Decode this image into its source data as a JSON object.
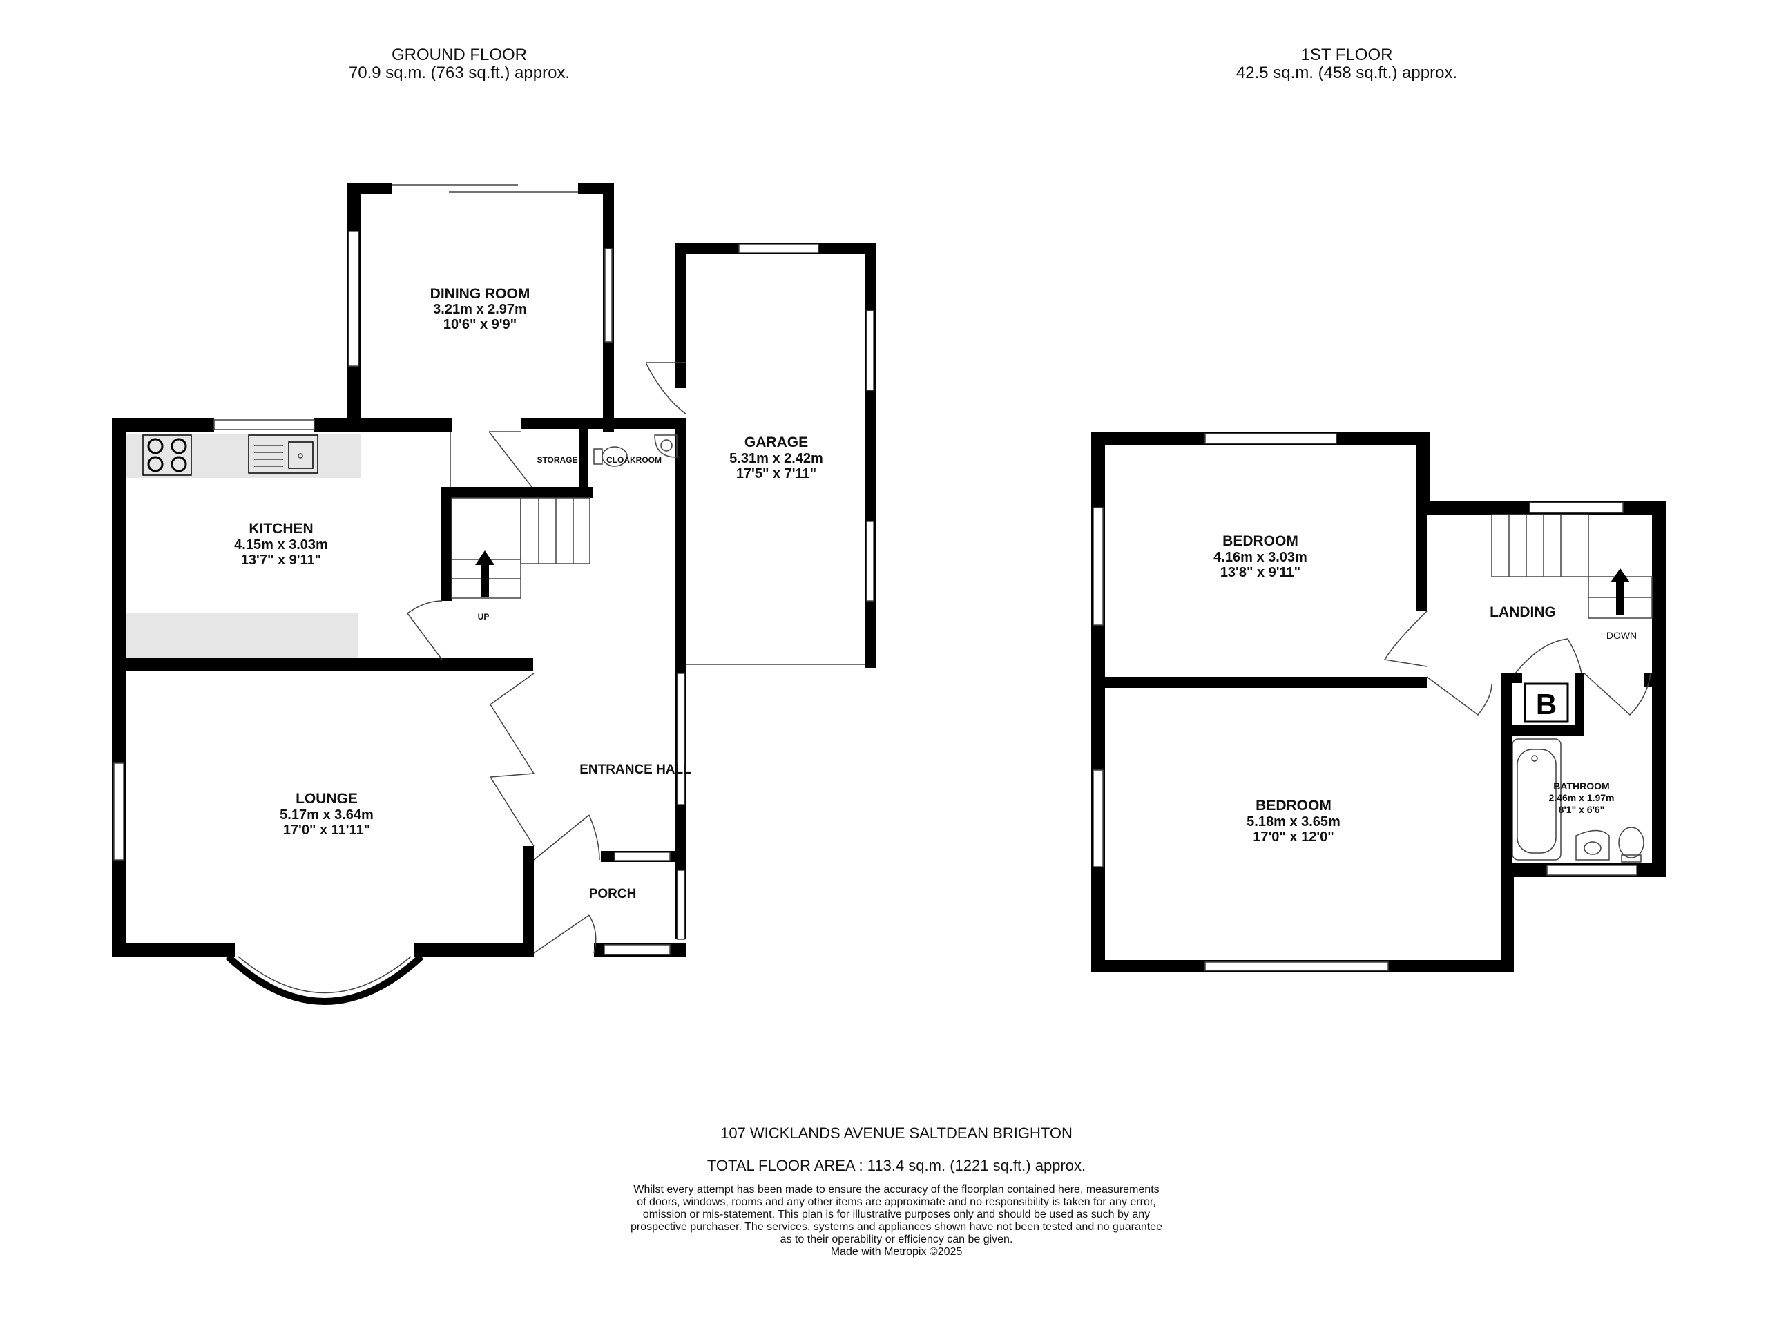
{
  "ground_floor": {
    "title": "GROUND FLOOR",
    "area": "70.9 sq.m. (763 sq.ft.) approx.",
    "rooms": {
      "dining_room": {
        "name": "DINING ROOM",
        "metric": "3.21m  x 2.97m",
        "imperial": "10'6\"  x 9'9\""
      },
      "garage": {
        "name": "GARAGE",
        "metric": "5.31m  x 2.42m",
        "imperial": "17'5\"  x 7'11\""
      },
      "kitchen": {
        "name": "KITCHEN",
        "metric": "4.15m  x 3.03m",
        "imperial": "13'7\"  x 9'11\""
      },
      "lounge": {
        "name": "LOUNGE",
        "metric": "5.17m  x 3.64m",
        "imperial": "17'0\"  x 11'11\""
      },
      "entrance_hall": {
        "name": "ENTRANCE HALL"
      },
      "porch": {
        "name": "PORCH"
      },
      "storage": {
        "name": "STORAGE"
      },
      "cloakroom": {
        "name": "CLOAKROOM"
      }
    },
    "stairs_label": "UP"
  },
  "first_floor": {
    "title": "1ST FLOOR",
    "area": "42.5 sq.m. (458 sq.ft.) approx.",
    "rooms": {
      "bedroom_1": {
        "name": "BEDROOM",
        "metric": "4.16m  x 3.03m",
        "imperial": "13'8\"  x 9'11\""
      },
      "bedroom_2": {
        "name": "BEDROOM",
        "metric": "5.18m  x 3.65m",
        "imperial": "17'0\"  x 12'0\""
      },
      "bathroom": {
        "name": "BATHROOM",
        "metric": "2.46m  x 1.97m",
        "imperial": "8'1\"  x 6'6\""
      },
      "landing": {
        "name": "LANDING"
      }
    },
    "stairs_label": "DOWN",
    "boiler_label": "B"
  },
  "footer": {
    "address": "107 WICKLANDS AVENUE SALTDEAN BRIGHTON",
    "total_area": "TOTAL FLOOR AREA : 113.4 sq.m. (1221 sq.ft.) approx.",
    "disclaimer": [
      "Whilst every attempt has been made to ensure the accuracy of the floorplan contained here, measurements",
      "of doors, windows, rooms and any other items are approximate and no responsibility is taken for any error,",
      "omission or mis-statement. This plan is for illustrative purposes only and should be used as such by any",
      "prospective purchaser. The services, systems and appliances shown have not been tested and no guarantee",
      "as to their operability or efficiency can be given."
    ],
    "credit": "Made with Metropix ©2025"
  }
}
